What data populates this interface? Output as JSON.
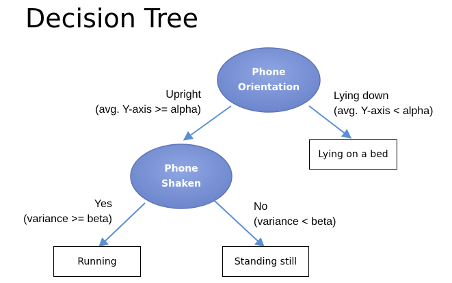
{
  "title": "Decision Tree",
  "colors": {
    "node_fill": "#7c95d6",
    "node_stroke": "#5f74b8",
    "edge": "#5b8fd0",
    "leaf_border": "#000000"
  },
  "nodes": {
    "orientation": {
      "line1": "Phone",
      "line2": "Orientation"
    },
    "shaken": {
      "line1": "Phone",
      "line2": "Shaken"
    }
  },
  "leaves": {
    "lying_on_bed": "Lying on a bed",
    "running": "Running",
    "standing_still": "Standing still"
  },
  "edges": {
    "upright": {
      "line1": "Upright",
      "line2": "(avg. Y-axis >= alpha)"
    },
    "lying_down": {
      "line1": "Lying down",
      "line2": "(avg. Y-axis < alpha)"
    },
    "yes": {
      "line1": "Yes",
      "line2": "(variance >= beta)"
    },
    "no": {
      "line1": "No",
      "line2": "(variance < beta)"
    }
  }
}
